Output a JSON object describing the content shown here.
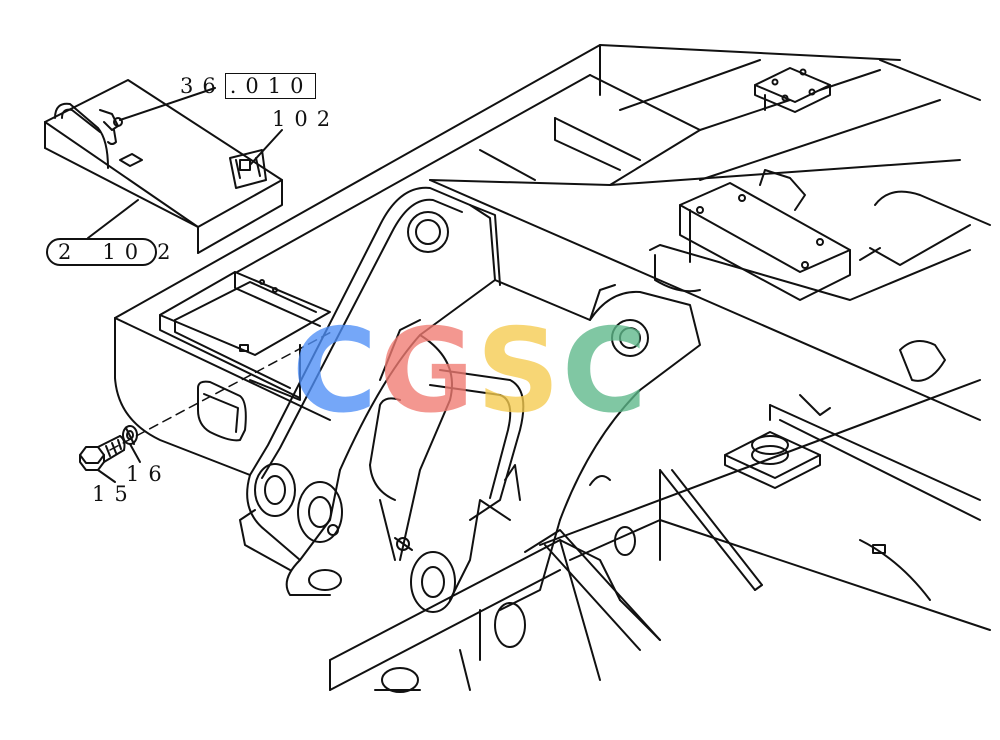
{
  "labels": {
    "ref_group_prefix": "36",
    "ref_group_suffix": ".010",
    "item_102_top": "102",
    "item_2102_a": "2",
    "item_2102_b": "10",
    "item_2102_c": "2",
    "item_15": "15",
    "item_16": "16"
  },
  "watermark": {
    "letters": [
      "C",
      "G",
      "S",
      "C"
    ],
    "colors": [
      "#4f8ff7",
      "#f07b72",
      "#f6cb4f",
      "#5db88a"
    ]
  }
}
